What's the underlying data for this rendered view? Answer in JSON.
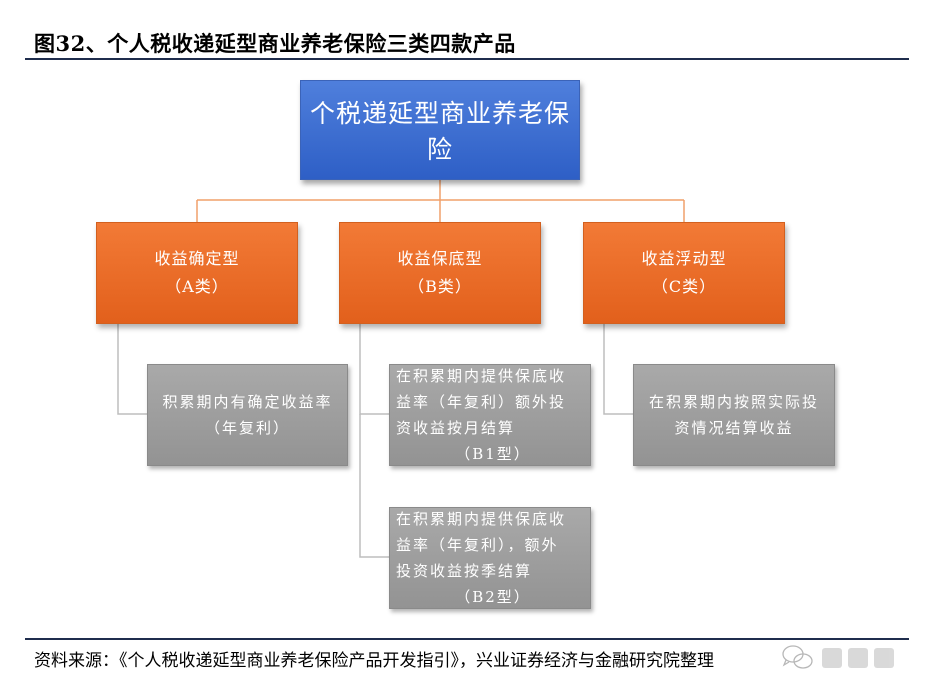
{
  "figure": {
    "title": "图32、个人税收递延型商业养老保险三类四款产品"
  },
  "root": {
    "label": "个税递延型商业养老保险"
  },
  "categories": [
    {
      "name": "收益确定型",
      "code": "（A类）"
    },
    {
      "name": "收益保底型",
      "code": "（B类）"
    },
    {
      "name": "收益浮动型",
      "code": "（C类）"
    }
  ],
  "details": {
    "a": {
      "line1": "积累期内有确定收益率",
      "line2": "（年复利）"
    },
    "b1": {
      "line1": "在积累期内提供保底收",
      "line2": "益率（年复利）额外投",
      "line3": "资收益按月结算",
      "sub": "（B1型）"
    },
    "b2": {
      "line1": "在积累期内提供保底收",
      "line2": "益率（年复利），额外",
      "line3": "投资收益按季结算",
      "sub": "（B2型）"
    },
    "c": {
      "line1": "在积累期内按照实际投",
      "line2": "资情况结算收益"
    }
  },
  "source": {
    "text": "资料来源：《个人税收递延型商业养老保险产品开发指引》，兴业证券经济与金融研究院整理"
  },
  "colors": {
    "root": "#3a6bd0",
    "category": "#ec6d29",
    "detail": "#a0a0a0",
    "connector_orange": "#f0a06a",
    "connector_gray": "#bdbdbd",
    "rule": "#1f2d4d"
  }
}
